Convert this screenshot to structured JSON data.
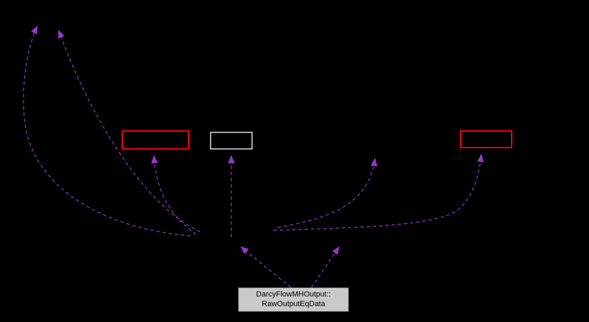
{
  "diagram": {
    "type": "collaboration-graph",
    "background": "#000000",
    "edge_color": "#9a35cf",
    "edge_style": "dashed",
    "nodes": {
      "main": {
        "label_line1": "DarcyFlowMHOutput::",
        "label_line2": "RawOutputEqData",
        "fill": "#c9c9c9",
        "border": "#8a8a8a",
        "text_color": "#000000"
      },
      "left_truncated": {
        "border": "#ff0000"
      },
      "center": {
        "border": "#e3e3e3"
      },
      "right_truncated": {
        "border": "#ff0000"
      }
    }
  }
}
